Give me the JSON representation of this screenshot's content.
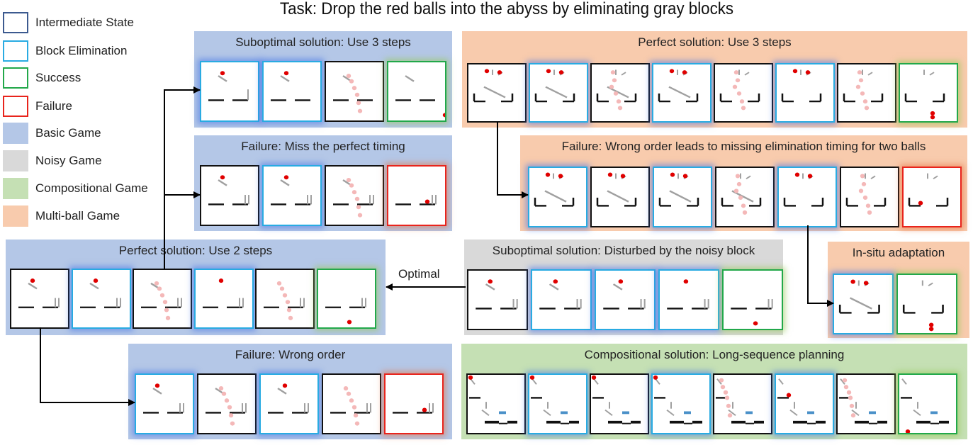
{
  "title": "Task: Drop the red balls into the abyss by eliminating gray blocks",
  "colors": {
    "intermediate": "#3c5a8f",
    "elimination": "#29abe2",
    "success": "#22a84a",
    "failure": "#e8241c",
    "basic": "#b4c7e7",
    "noisy": "#d9d9d9",
    "compositional": "#c5e0b4",
    "multiball": "#f8cbad",
    "ball": "#e00000",
    "ball_trail": "#f4b8b8",
    "block": "#a0a0a0",
    "wall": "#111111",
    "target": "#4a90c8"
  },
  "legend": [
    {
      "label": "Intermediate State",
      "kind": "outline",
      "color_key": "intermediate"
    },
    {
      "label": "Block Elimination",
      "kind": "outline",
      "color_key": "elimination"
    },
    {
      "label": "Success",
      "kind": "outline",
      "color_key": "success"
    },
    {
      "label": "Failure",
      "kind": "outline",
      "color_key": "failure"
    },
    {
      "label": "Basic Game",
      "kind": "fill",
      "color_key": "basic"
    },
    {
      "label": "Noisy Game",
      "kind": "fill",
      "color_key": "noisy"
    },
    {
      "label": "Compositional Game",
      "kind": "fill",
      "color_key": "compositional"
    },
    {
      "label": "Multi-ball Game",
      "kind": "fill",
      "color_key": "multiball"
    }
  ],
  "arrow_label": "Optimal",
  "panels": [
    {
      "id": "basic-suboptimal",
      "title": "Suboptimal solution: Use 3 steps",
      "game": "basic",
      "scene": "basic-a",
      "frames": [
        "elim",
        "elim",
        "inter",
        "success"
      ]
    },
    {
      "id": "basic-failure-timing",
      "title": "Failure: Miss the perfect timing",
      "game": "basic",
      "scene": "basic-b",
      "frames": [
        "inter",
        "elim",
        "inter",
        "fail"
      ]
    },
    {
      "id": "basic-perfect",
      "title": "Perfect solution: Use 2 steps",
      "game": "basic",
      "scene": "basic-b",
      "frames": [
        "inter",
        "elim",
        "inter",
        "elim",
        "inter",
        "success"
      ]
    },
    {
      "id": "basic-failure-order",
      "title": "Failure: Wrong order",
      "game": "basic",
      "scene": "basic-b",
      "frames": [
        "elim",
        "inter",
        "elim",
        "inter",
        "fail"
      ]
    },
    {
      "id": "multiball-perfect",
      "title": "Perfect solution: Use 3 steps",
      "game": "multiball",
      "scene": "multi",
      "frames": [
        "inter",
        "elim",
        "inter",
        "elim",
        "inter",
        "elim",
        "inter",
        "success"
      ]
    },
    {
      "id": "multiball-failure",
      "title": "Failure: Wrong order leads to missing elimination timing for two balls",
      "game": "multiball",
      "scene": "multi",
      "frames": [
        "elim",
        "inter",
        "elim",
        "inter",
        "elim",
        "inter",
        "fail"
      ]
    },
    {
      "id": "noisy-suboptimal",
      "title": "Suboptimal solution: Disturbed by the noisy block",
      "game": "noisy",
      "scene": "basic-b",
      "frames": [
        "inter",
        "elim",
        "elim",
        "elim",
        "success"
      ]
    },
    {
      "id": "multiball-adaptation",
      "title": "In-situ adaptation",
      "game": "multiball",
      "scene": "multi",
      "frames": [
        "elim",
        "success"
      ]
    },
    {
      "id": "compositional",
      "title": "Compositional solution:  Long-sequence  planning",
      "game": "compositional",
      "scene": "comp",
      "frames": [
        "inter",
        "elim",
        "inter",
        "elim",
        "inter",
        "elim",
        "inter",
        "success"
      ]
    }
  ]
}
